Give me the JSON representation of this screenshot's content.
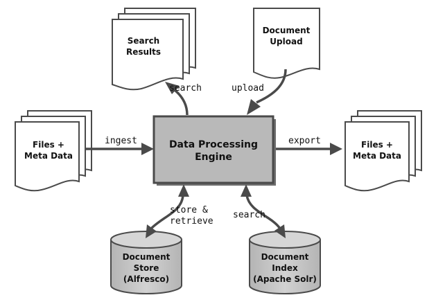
{
  "engine": {
    "line1": "Data Processing",
    "line2": "Engine"
  },
  "docs": {
    "search_results": {
      "line1": "Search",
      "line2": "Results"
    },
    "document_upload": {
      "line1": "Document",
      "line2": "Upload"
    },
    "files_in": {
      "line1": "Files +",
      "line2": "Meta Data"
    },
    "files_out": {
      "line1": "Files +",
      "line2": "Meta Data"
    }
  },
  "stores": {
    "document_store": {
      "line1": "Document",
      "line2": "Store",
      "line3": "(Alfresco)"
    },
    "document_index": {
      "line1": "Document",
      "line2": "Index",
      "line3": "(Apache Solr)"
    }
  },
  "arrows": {
    "search_top": "search",
    "upload": "upload",
    "ingest": "ingest",
    "export": "export",
    "store_line1": "store &",
    "store_line2": "retrieve",
    "search_bottom": "search"
  },
  "colors": {
    "engine_fill": "#b9b9b9",
    "cylinder_fill": "#c6c6c6",
    "line": "#4a4a4a"
  }
}
